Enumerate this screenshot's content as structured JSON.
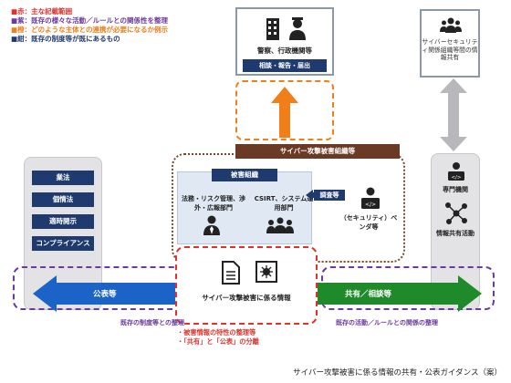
{
  "legend": [
    {
      "color": "#e0312b",
      "text": "■赤：主な記載範囲"
    },
    {
      "color": "#6a3aa0",
      "text": "■紫：既存の様々な活動／ルールとの関係性を整理"
    },
    {
      "color": "#f07f1a",
      "text": "■橙：どのような主体との連携が必要になるか例示"
    },
    {
      "color": "#1f3a6e",
      "text": "■紺：既存の制度等が既にあるもの"
    }
  ],
  "police": {
    "label": "警察、行政機関等",
    "bar": "相談・報告・届出"
  },
  "cyber_security": {
    "label": "サイバーセキュリティ関係組織等間の情報共有"
  },
  "cyber_org_bar": "サイバー攻撃被害組織等",
  "internal": {
    "title": "被害組織",
    "dept1": "法務・リスク管理、渉外・広報部門",
    "dept2": "CSIRT、システム運用部門"
  },
  "investigate": "調査等",
  "vendor": "（セキュリティ）ベンダ等",
  "left_buttons": [
    "業法",
    "個情法",
    "適時開示",
    "コンプライアンス"
  ],
  "right": {
    "expert": "専門機関",
    "share": "情報共有活動"
  },
  "center_info": "サイバー攻撃被害に係る情報",
  "arrows": {
    "left": "公表等",
    "right": "共有／相談等"
  },
  "notes": {
    "left": "既存の制度等との整理",
    "right": "既存の活動／ルールとの関係の整理"
  },
  "red_notes": [
    "・被害情報の特性の整理等",
    "・「共有」と「公表」の分離"
  ],
  "caption": "サイバー攻撃被害に係る情報の共有・公表ガイダンス（案）"
}
